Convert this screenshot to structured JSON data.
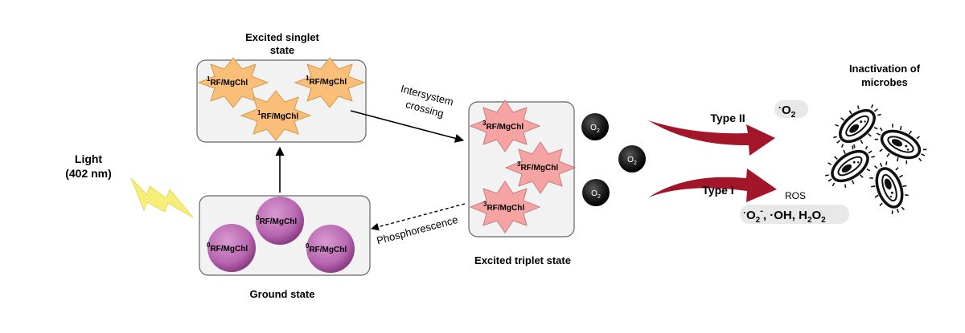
{
  "labels": {
    "excited_singlet_line1": "Excited singlet",
    "excited_singlet_line2": "state",
    "ground_state": "Ground state",
    "excited_triplet": "Excited triplet state",
    "light_line1": "Light",
    "light_line2": "(402 nm)",
    "intersystem_line1": "Intersystem",
    "intersystem_line2": "crossing",
    "phosphorescence": "Phosphorescence",
    "type_ii": "Type II",
    "type_i": "Type I",
    "inactivation_line1": "Inactivation of",
    "inactivation_line2": "microbes",
    "ros": "ROS"
  },
  "species": {
    "singlet_sup": "1",
    "triplet_sup": "3",
    "ground_sup": "0",
    "name": "RF/MgChl"
  },
  "oxygen": {
    "label": "O",
    "sub": "2"
  },
  "products": {
    "type_ii_product": {
      "dot": "·",
      "base": "O",
      "sub": "2"
    },
    "type_i_products": {
      "superoxide": {
        "dot": "·",
        "base": "O",
        "sub": "2",
        "sup": "-"
      },
      "sep1": ", ",
      "hydroxyl": "·OH",
      "sep2": ", ",
      "peroxide": {
        "base1": "H",
        "sub1": "2",
        "base2": "O",
        "sub2": "2"
      }
    }
  },
  "colors": {
    "box_fill": "#f2f2f2",
    "box_stroke": "#666666",
    "singlet_star": "#f9be77",
    "singlet_stroke": "#d29a4e",
    "triplet_star": "#f5a3a3",
    "triplet_stroke": "#c97b7b",
    "ground_circle": "#b867b0",
    "ground_circle_dark": "#8a3d85",
    "oxygen_dark": "#1d1d1d",
    "type_arrow": "#a3162a",
    "lightning": "#f7ee7a",
    "product_bg": "#e8e8e8"
  }
}
